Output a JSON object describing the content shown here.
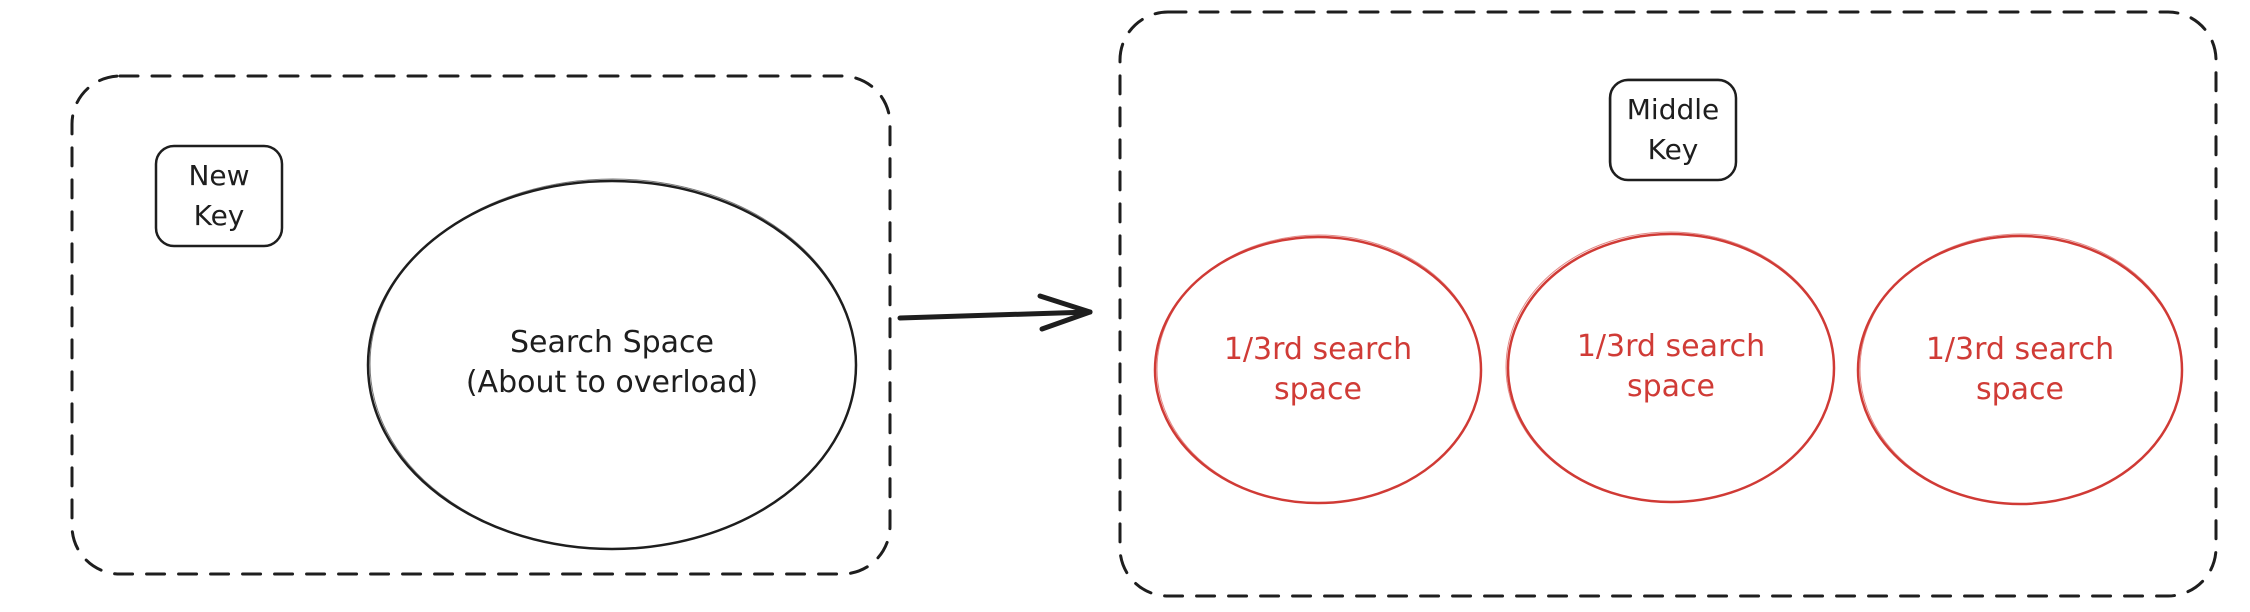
{
  "colors": {
    "stroke": "#1e1e1e",
    "accent_red": "#d03b36",
    "background": "#ffffff"
  },
  "left_group": {
    "key_box": {
      "line1": "New",
      "line2": "Key"
    },
    "search_space": {
      "line1": "Search Space",
      "line2": "(About to overload)"
    }
  },
  "arrow": {
    "direction": "right"
  },
  "right_group": {
    "key_box": {
      "line1": "Middle",
      "line2": "Key"
    },
    "partitions": [
      {
        "line1": "1/3rd search",
        "line2": "space"
      },
      {
        "line1": "1/3rd search",
        "line2": "space"
      },
      {
        "line1": "1/3rd search",
        "line2": "space"
      }
    ]
  }
}
